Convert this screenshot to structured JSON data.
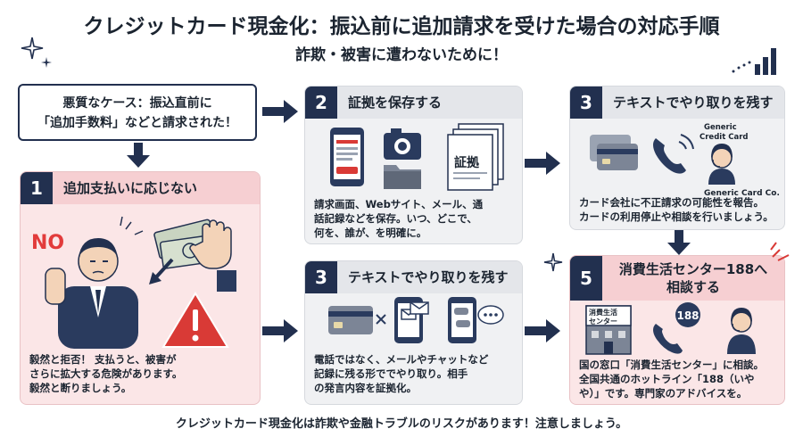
{
  "title": "クレジットカード現金化：振込前に追加請求を受けた場合の対応手順",
  "subtitle": "詐欺・被害に遭わないために！",
  "callout": {
    "line1": "悪質なケース：振込直前に",
    "line2": "「追加手数料」などと請求された！"
  },
  "steps": [
    {
      "number": "1",
      "title": "追加支払いに応じない",
      "no_label": "NO",
      "body": [
        "毅然と拒否！ 支払うと、被害が",
        "さらに拡大する危険があります。",
        "毅然と断りましょう。"
      ]
    },
    {
      "number": "2",
      "title": "証拠を保存する",
      "doc_label": "証拠",
      "body": [
        "請求画面、Webサイト、メール、通",
        "話記録などを保存。いつ、どこで、",
        "何を、誰が、を明確に。"
      ]
    },
    {
      "number": "3",
      "title": "テキストでやり取りを残す",
      "body": [
        "電話ではなく、メールやチャットなど",
        "記録に残る形ででやり取り。相手",
        "の発言内容を証拠化。"
      ]
    },
    {
      "number": "3",
      "title": "テキストでやり取りを残す",
      "card_label_1": "Generic",
      "card_label_2": "Credit Card",
      "company_label": "Generic Card Co.",
      "body": [
        "カード会社に不正請求の可能性を報告。",
        "カードの利用停止や相談を行いましょう。"
      ]
    },
    {
      "number": "5",
      "title_line1": "消費生活センター188へ",
      "title_line2": "相談する",
      "building_label_1": "消費生活",
      "building_label_2": "センター",
      "hotline_label": "188",
      "body": [
        "国の窓口「消費生活センター」に相談。",
        "全国共通のホットライン「188（いや",
        "や）」です。専門家のアドバイスを。"
      ]
    }
  ],
  "footer": "クレジットカード現金化は詐欺や金融トラブルのリスクがあります！注意しましょう。",
  "colors": {
    "navy": "#22304f",
    "pink_card": "#fbe6e7",
    "pink_header": "#f6cfd2",
    "gray_card": "#f0f1f3",
    "gray_header": "#e4e6ea",
    "warning_red": "#d93a36",
    "no_red": "#e23b3b"
  },
  "icons": {
    "step1": [
      "businessman-icon",
      "money-bills-icon",
      "stop-hand-icon",
      "warning-triangle-icon"
    ],
    "step2": [
      "smartphone-icon",
      "camera-icon",
      "folder-icon",
      "documents-icon"
    ],
    "step3": [
      "credit-card-icon",
      "smartphone-mail-icon",
      "smartphone-chat-icon"
    ],
    "step4": [
      "credit-card-icon",
      "phone-icon",
      "operator-icon"
    ],
    "step5": [
      "building-icon",
      "phone-icon",
      "operator-icon"
    ]
  }
}
